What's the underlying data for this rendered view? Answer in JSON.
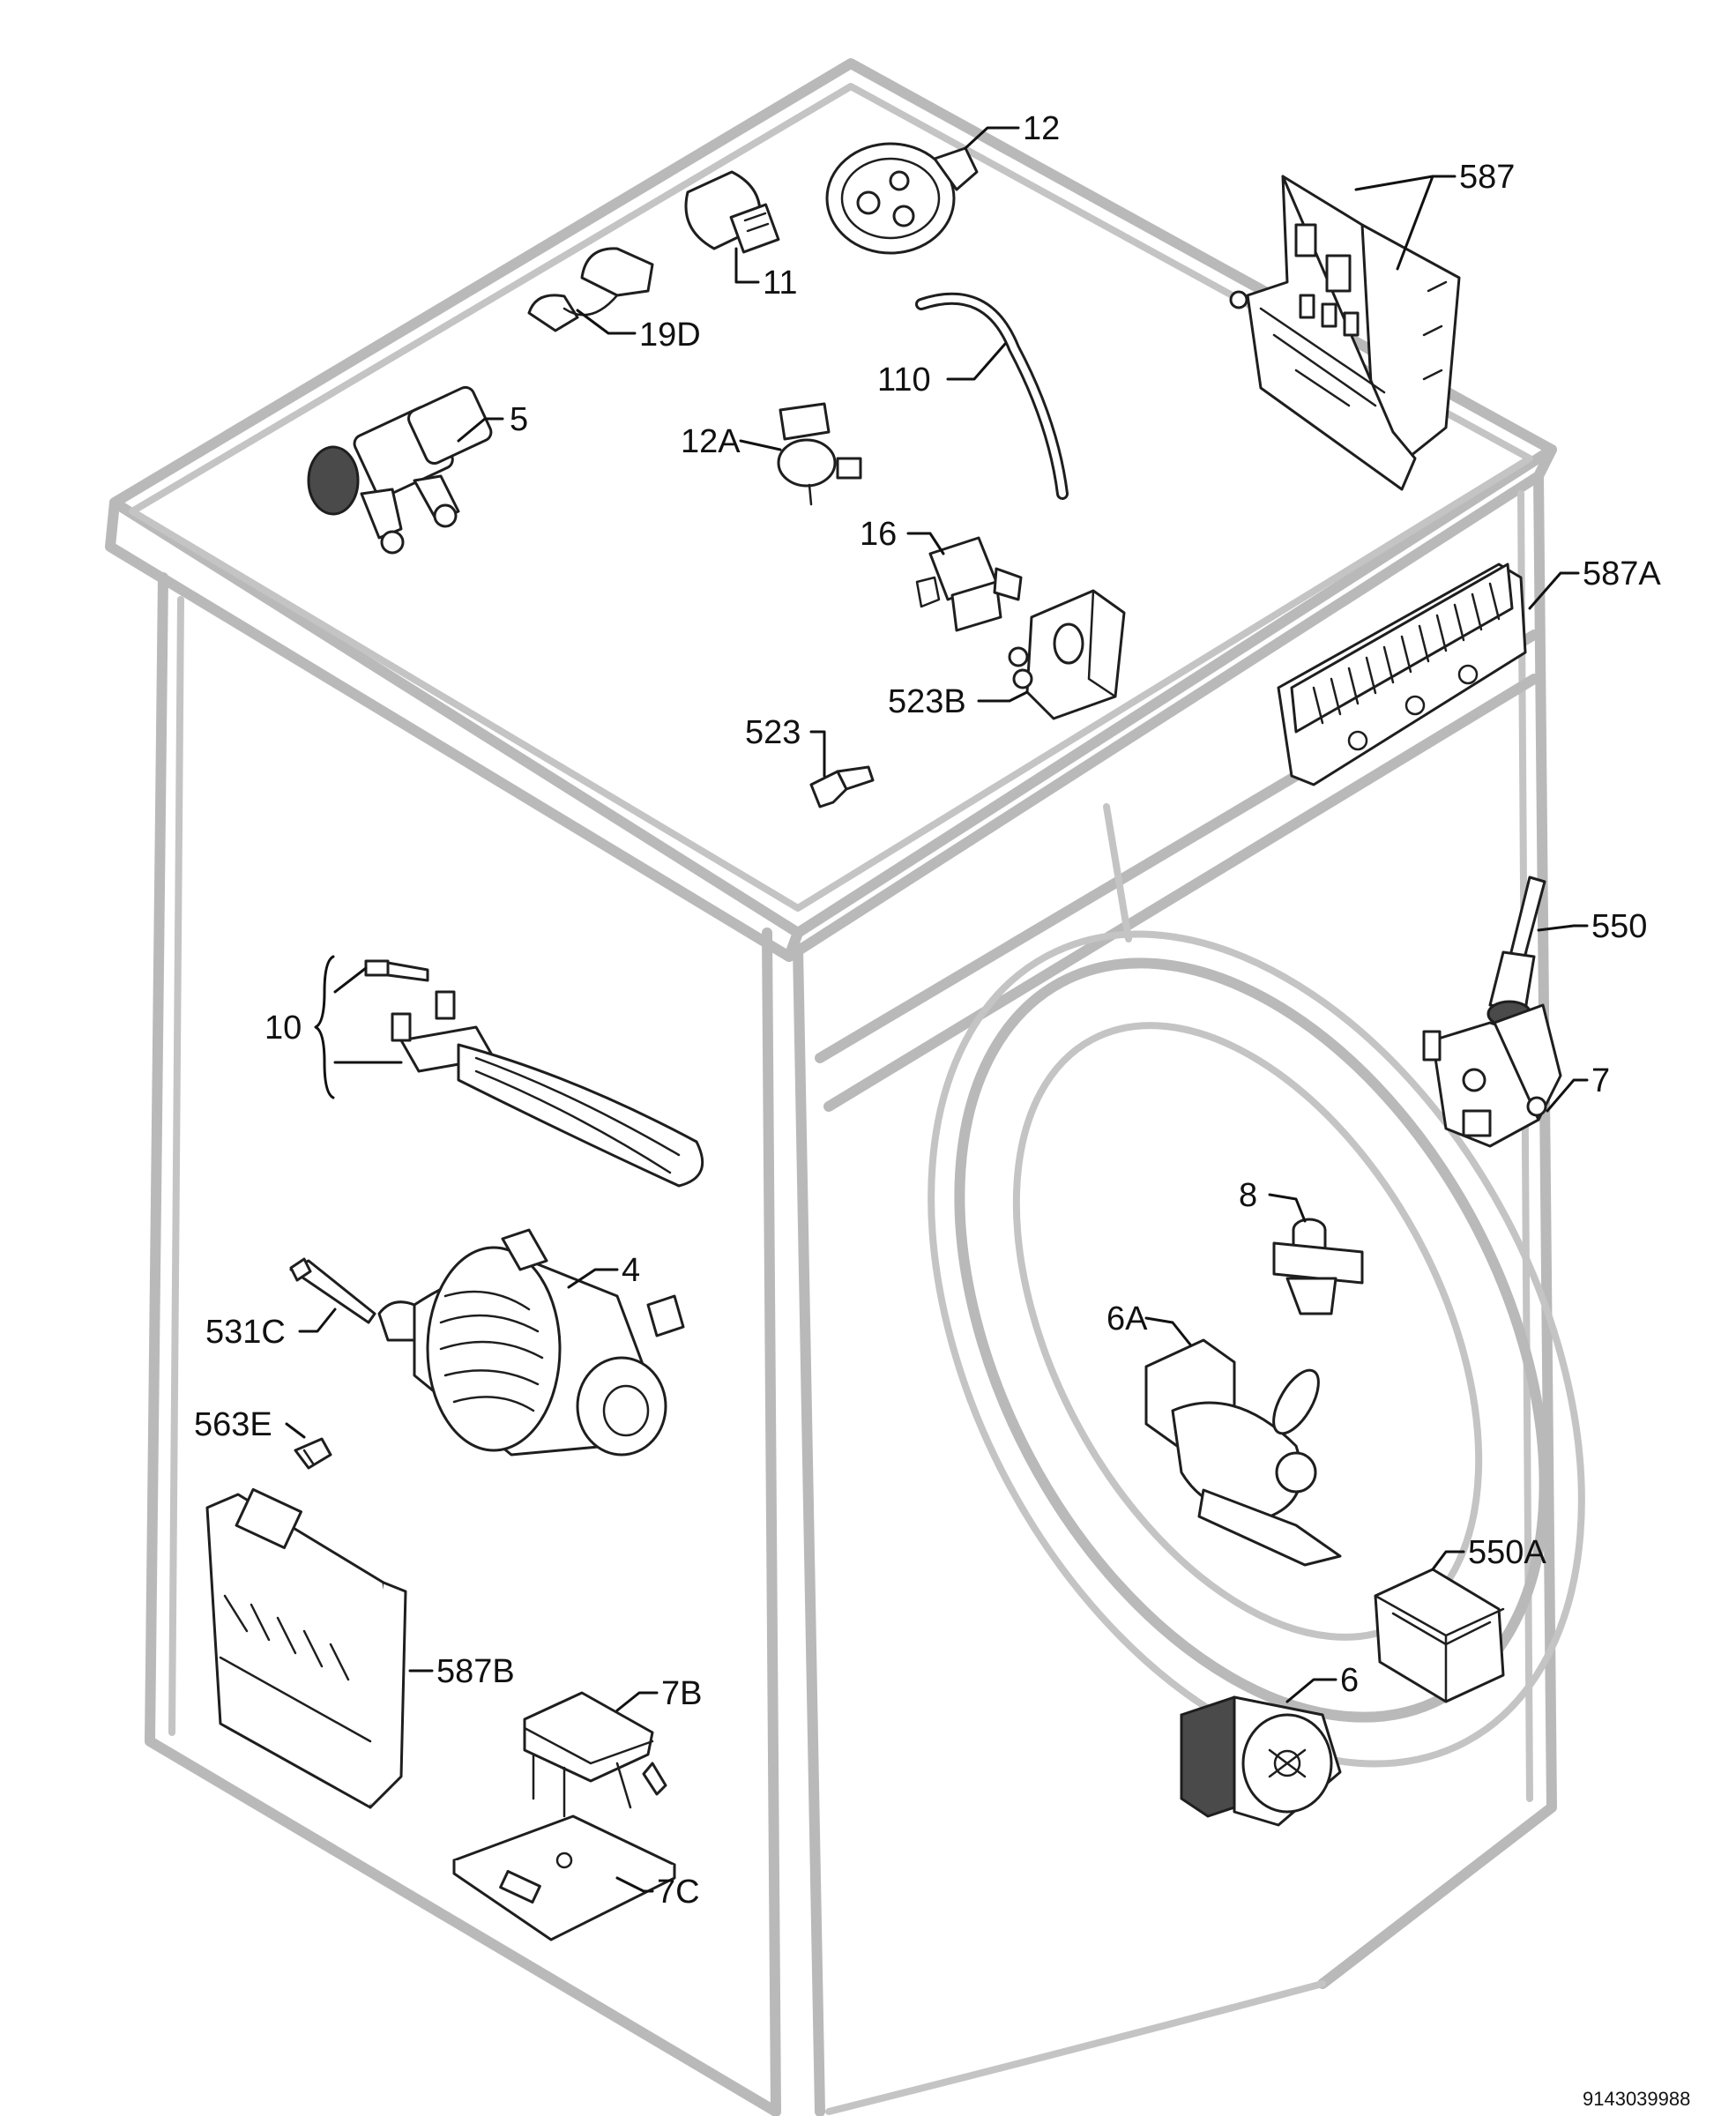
{
  "labels": {
    "p12": "12",
    "p587": "587",
    "p11": "11",
    "p19d": "19D",
    "p110": "110",
    "p5": "5",
    "p12a": "12A",
    "p16": "16",
    "p587a": "587A",
    "p523b": "523B",
    "p523": "523",
    "p550": "550",
    "p10": "10",
    "p7": "7",
    "p8": "8",
    "p4": "4",
    "p531c": "531C",
    "p6a": "6A",
    "p563e": "563E",
    "p550a": "550A",
    "p6": "6",
    "p587b": "587B",
    "p7b": "7B",
    "p7c": "7C"
  },
  "drawing_code": "9143039988"
}
